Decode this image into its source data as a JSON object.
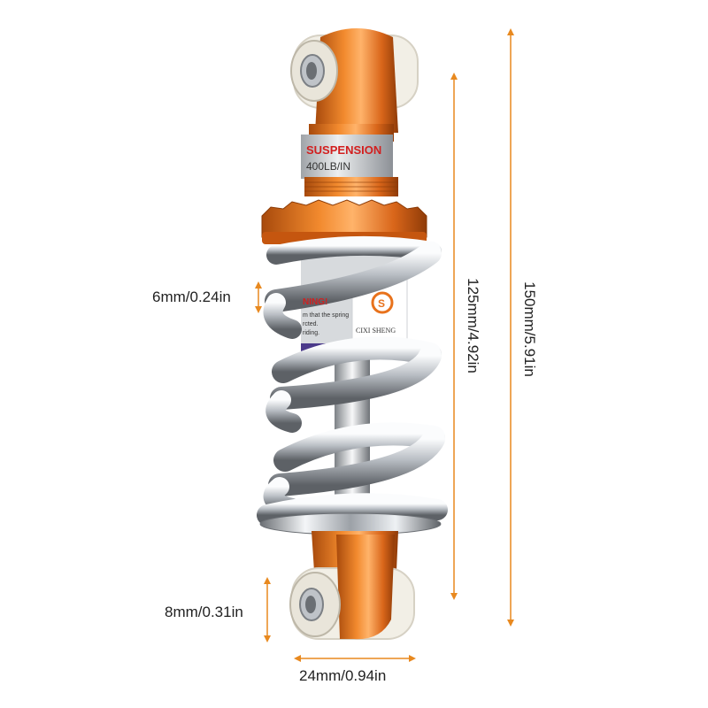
{
  "product": {
    "name": "coilover-shock-absorber",
    "body_color": "#e8721c",
    "spring_color": "#d7d9dc",
    "bushing_color": "#f2efe6",
    "label_band_text": "SUSPENSION",
    "rating_text": "400LB/IN",
    "warning_text": "NING!",
    "sticker_letter": "S",
    "sticker_brand": "CIXI SHENG",
    "warning_line_1": "m that the spring",
    "warning_line_2": "rcted.",
    "warning_line_3": "riding."
  },
  "dimensions": {
    "accent_color": "#e8891f",
    "spring_gap": "6mm/0.24in",
    "eye_height": "8mm/0.31in",
    "eye_width": "24mm/0.94in",
    "eye_to_eye": "125mm/4.92in",
    "overall_length": "150mm/5.91in"
  }
}
